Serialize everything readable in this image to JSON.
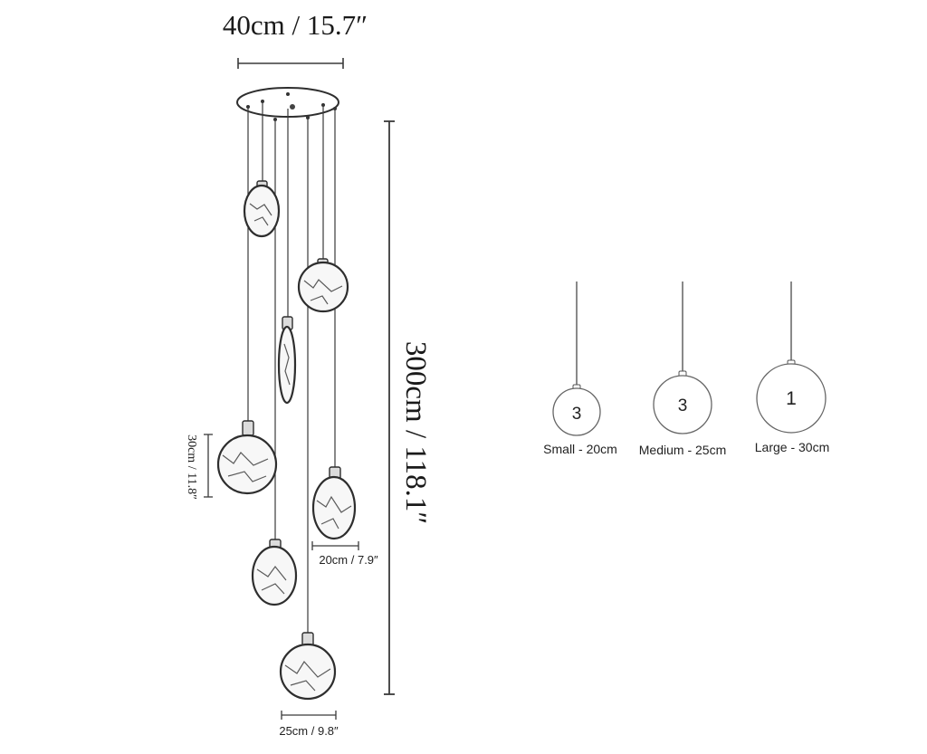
{
  "colors": {
    "ink": "#1a1a1a",
    "line": "#3a3a3a",
    "disc_fill": "#f7f7f7"
  },
  "dimensions": {
    "canopy_width": "40cm / 15.7″",
    "total_height": "300cm / 118.1″",
    "large_diameter": "30cm / 11.8″",
    "small_diameter": "20cm / 7.9″",
    "medium_diameter": "25cm / 9.8″"
  },
  "legend": [
    {
      "count": "3",
      "label": "Small - 20cm"
    },
    {
      "count": "3",
      "label": "Medium - 25cm"
    },
    {
      "count": "1",
      "label": "Large - 30cm"
    }
  ]
}
